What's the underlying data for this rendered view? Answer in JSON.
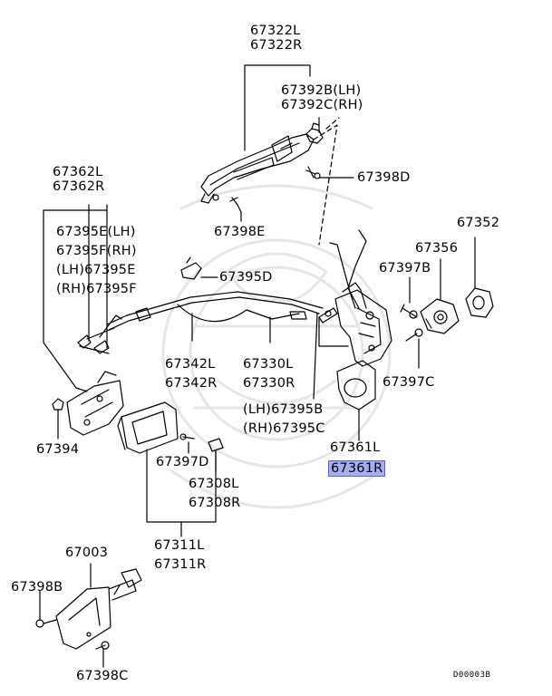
{
  "labels": {
    "p67322": "67322L\n67322R",
    "p67392": "67392B(LH)\n67392C(RH)",
    "p67398d": "67398D",
    "p67398e": "67398E",
    "p67362": "67362L\n67362R",
    "p67395ef": "67395E(LH)\n67395F(RH)\n(LH)67395E\n(RH)67395F",
    "p67352": "67352",
    "p67356": "67356",
    "p67397b": "67397B",
    "p67395d": "67395D",
    "p67342": "67342L\n67342R",
    "p67330": "67330L\n67330R",
    "p67397c": "67397C",
    "p67395bc": "(LH)67395B\n(RH)67395C",
    "p67394": "67394",
    "p67361l": "67361L",
    "p67361r": "67361R",
    "p67397d": "67397D",
    "p67308": "67308L\n67308R",
    "p67311": "67311L\n67311R",
    "p67003": "67003",
    "p67398b": "67398B",
    "p67398c": "67398C"
  },
  "diagram_code": "D00003B",
  "colors": {
    "highlight": "#a6aef0",
    "line": "#000000",
    "watermark": "#e6e6e6"
  }
}
